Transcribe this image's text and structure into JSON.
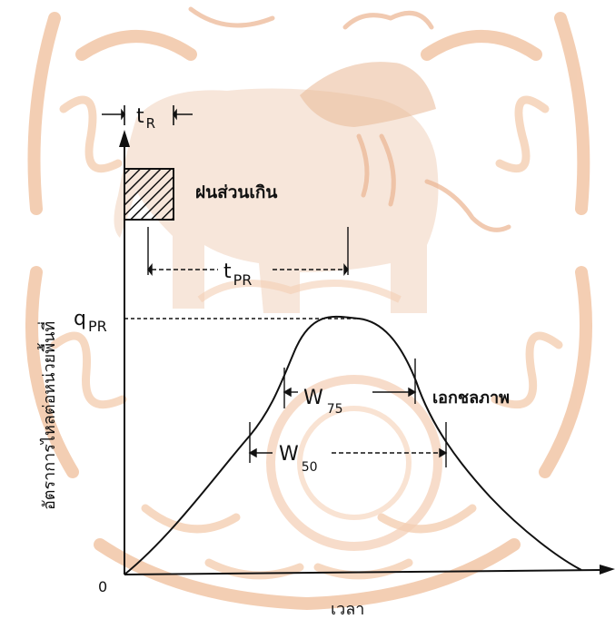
{
  "labels": {
    "origin": "0",
    "x_axis": "เวลา",
    "y_axis": "อัตราการไหลต่อหน่วยพื้นที่",
    "rain_block": "ฝนส่วนเกิน",
    "hydrograph": "เอกชลภาพ",
    "t_r_main": "t",
    "t_r_sub": "R",
    "t_pr_main": "t",
    "t_pr_sub": "PR",
    "q_pr_main": "q",
    "q_pr_sub": "PR",
    "w75_main": "W",
    "w75_sub": "75",
    "w50_main": "W",
    "w50_sub": "50"
  },
  "colors": {
    "ink": "#111111",
    "watermark": "#f2c6a6",
    "watermark_dark": "#e8a77e"
  },
  "icons": {
    "watermark": "elephant-seal-watermark"
  }
}
